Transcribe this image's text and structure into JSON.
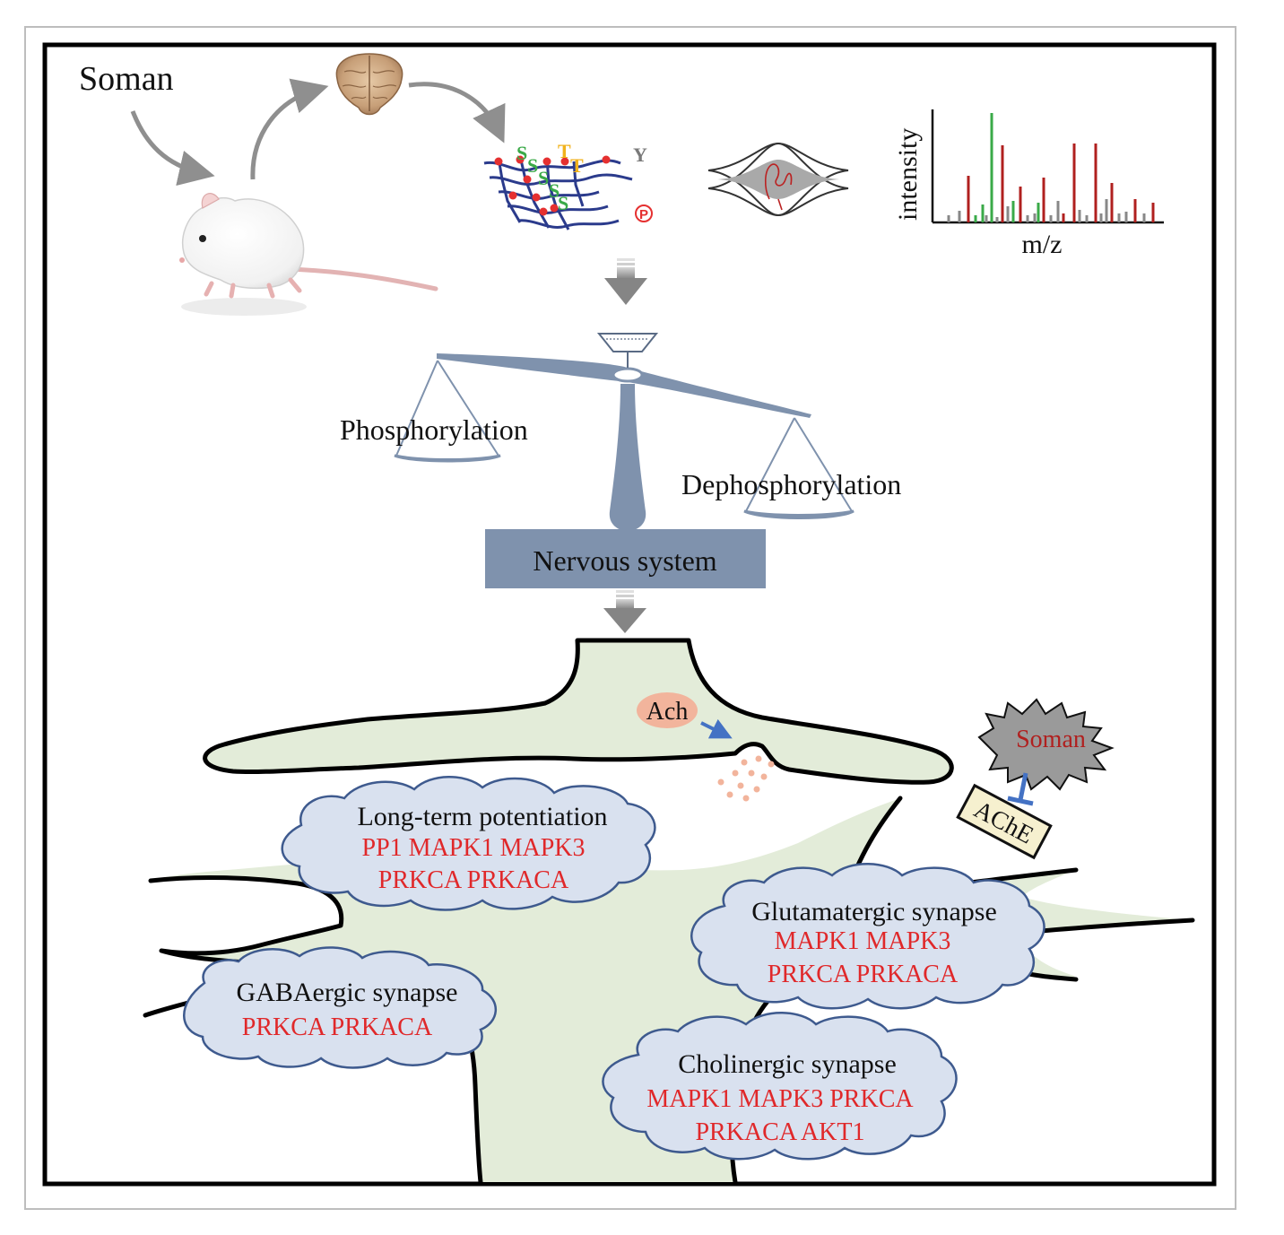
{
  "title": "Soman",
  "peptide": {
    "residues": [
      "S",
      "S",
      "S",
      "S",
      "S",
      "T",
      "T",
      "Y"
    ],
    "phospho_mark": "P"
  },
  "spectrum": {
    "ylabel": "intensity",
    "xlabel": "m/z"
  },
  "balance": {
    "left_label": "Phosphorylation",
    "right_label": "Dephosphorylation"
  },
  "nervous_system_label": "Nervous system",
  "synapse": {
    "ach_label": "Ach",
    "soman_label": "Soman",
    "ache_label": "AChE"
  },
  "clouds": {
    "ltp": {
      "title": "Long-term potentiation",
      "line1": "PP1 MAPK1 MAPK3",
      "line2": "PRKCA PRKACA"
    },
    "glutamatergic": {
      "title": "Glutamatergic synapse",
      "line1": "MAPK1 MAPK3",
      "line2": "PRKCA PRKACA"
    },
    "gabaergic": {
      "title": "GABAergic synapse",
      "line1": "PRKCA PRKACA"
    },
    "cholinergic": {
      "title": "Cholinergic synapse",
      "line1": "MAPK1 MAPK3 PRKCA",
      "line2": "PRKACA AKT1"
    }
  },
  "colors": {
    "cell_fill": "#e3ecd9",
    "cloud_fill": "#d9e1ef",
    "cloud_stroke": "#3e5a8e",
    "balance": "#7f92ad",
    "gene_text": "#e0282a",
    "ach_fill": "#f2b49c",
    "ache_fill": "#f6f0cf",
    "soman_star": "#9a9a9a"
  }
}
